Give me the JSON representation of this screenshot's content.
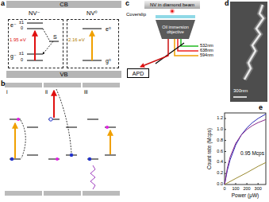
{
  "diagram": {
    "nodes": [
      {
        "text": [
          "CB"
        ]
      },
      {
        "text": [
          "NV⁻",
          "e⁻",
          "±1",
          "0",
          "±1",
          "0",
          "g⁻",
          "1.95 eV",
          "S"
        ]
      },
      {
        "text": [
          "NV⁰",
          "e⁰",
          "g⁰",
          "2.16 eV"
        ]
      },
      {
        "text": [
          "VB"
        ]
      },
      {
        "text": [
          "NV in diamond beam"
        ]
      },
      {
        "text": [
          "Coverslip"
        ]
      },
      {
        "text": [
          "Oil immersion objective"
        ]
      },
      {
        "text": [
          "APD"
        ]
      }
    ],
    "labels": [
      "a",
      "b",
      "i",
      "ii",
      "iii",
      "c",
      "532nm",
      "638nm",
      "594nm",
      "d",
      "300nm",
      "e",
      "0.95 Mcps",
      "Count rate (Mcps)",
      "Power (μW)",
      "0.0",
      "0.2",
      "0.4",
      "0.6",
      "0.8",
      "1.0",
      "1.2",
      "0",
      "100",
      "200",
      "300"
    ]
  }
}
